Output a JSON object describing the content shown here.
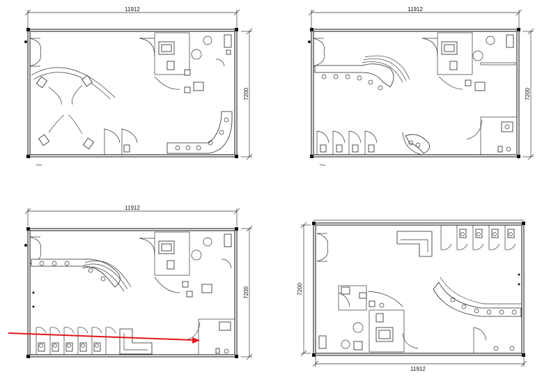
{
  "plans": [
    {
      "id": "plan-1",
      "width_label": "11912",
      "height_label": "7200",
      "corner_label": "Plan"
    },
    {
      "id": "plan-2",
      "width_label": "11912",
      "height_label": "7200",
      "corner_label": "Plan"
    },
    {
      "id": "plan-3",
      "width_label": "11912",
      "height_label": "7200"
    },
    {
      "id": "plan-4",
      "width_label": "11912",
      "height_label": "7200"
    }
  ],
  "annotation": {
    "arrow_color": "#e0161b"
  }
}
